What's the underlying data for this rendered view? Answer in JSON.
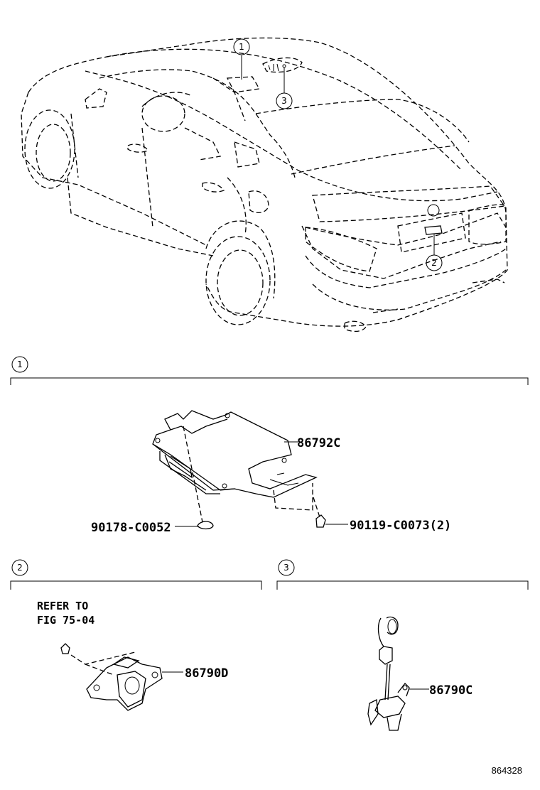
{
  "callouts": {
    "c1": "1",
    "c2": "2",
    "c3": "3"
  },
  "sections": [
    {
      "number": "1"
    },
    {
      "number": "2"
    },
    {
      "number": "3"
    }
  ],
  "parts": {
    "ecu": "86792C",
    "clip": "90178-C0052",
    "screw": "90119-C0073(2)",
    "rear_camera": "86790D",
    "front_camera": "86790C"
  },
  "refer_note": {
    "line1": "REFER TO",
    "line2": "FIG 75-04"
  },
  "figure_ref": "864328"
}
